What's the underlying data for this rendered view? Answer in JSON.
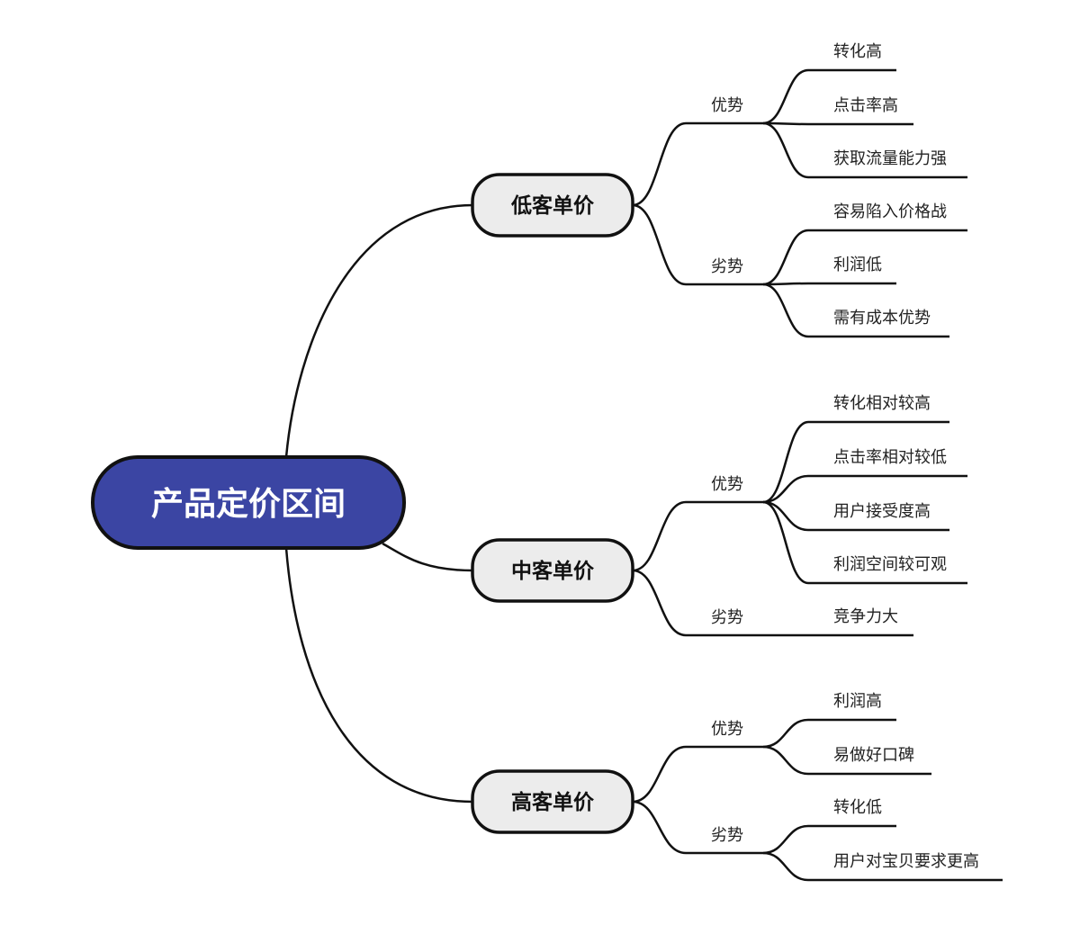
{
  "root": {
    "label": "产品定价区间",
    "color": "#3b45a3"
  },
  "branches": [
    {
      "label": "低客单价",
      "groups": [
        {
          "label": "优势",
          "items": [
            "转化高",
            "点击率高",
            "获取流量能力强"
          ]
        },
        {
          "label": "劣势",
          "items": [
            "容易陷入价格战",
            "利润低",
            "需有成本优势"
          ]
        }
      ]
    },
    {
      "label": "中客单价",
      "groups": [
        {
          "label": "优势",
          "items": [
            "转化相对较高",
            "点击率相对较低",
            "用户接受度高",
            "利润空间较可观"
          ]
        },
        {
          "label": "劣势",
          "items": [
            "竞争力大"
          ]
        }
      ]
    },
    {
      "label": "高客单价",
      "groups": [
        {
          "label": "优势",
          "items": [
            "利润高",
            "易做好口碑"
          ]
        },
        {
          "label": "劣势",
          "items": [
            "转化低",
            "用户对宝贝要求更高"
          ]
        }
      ]
    }
  ]
}
